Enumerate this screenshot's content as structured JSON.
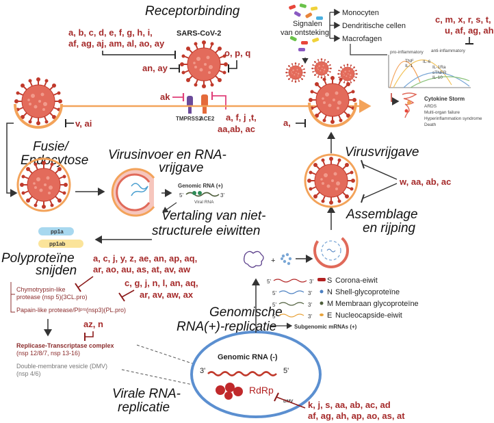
{
  "titles": {
    "receptor": "Receptorbinding",
    "fusion1": "Fusie/",
    "fusion2": "Endocytose",
    "entry1": "Virusinvoer en RNA-",
    "entry2": "vrijgave",
    "translation1": "Vertaling van niet-",
    "translation2": "structurele eiwitten",
    "poly1": "Polyproteïne",
    "poly2": "snijden",
    "genomic1": "Genomische",
    "genomic2": "RNA(+)-replicatie",
    "viral1": "Virale RNA-",
    "viral2": "replicatie",
    "release": "Virusvrijgave",
    "assembly1": "Assemblage",
    "assembly2": "en rijping"
  },
  "drug_codes": {
    "receptor1": "a, b, c, d, e, f, g, h, i,",
    "receptor2": "af, ag, aj, am, al, ao, ay",
    "opq": "o, p, q",
    "anay": "an, ay",
    "ak": "ak",
    "ace1": "a, f, j ,t,",
    "ace2": "aa,ab, ac",
    "vai": "v, ai",
    "a": "a,",
    "immune1": "c, m, x, r, s, t,",
    "immune2": "u, af, ag, ah",
    "release": "w, aa, ab, ac",
    "poly1": "a, c, j, y, z, ae, an, ap, aq,",
    "poly2": "ar, ao, au, as, at, av, aw",
    "plpro1": "c, g, j, n, l, an, aq,",
    "plpro2": "ar, av, aw, ax",
    "azn": "az, n",
    "rdrp1": "k, j, s, aa, ab, ac, ad",
    "rdrp2": "af, ag, ah, ap, ao, as, at"
  },
  "labels": {
    "sars": "SARS-CoV-2",
    "tmprss2": "TMPRSS2",
    "ace2": "ACE2",
    "signals1": "Signalen",
    "signals2": "van ontsteking",
    "monocyten": "Monocyten",
    "dendritic": "Dendritische cellen",
    "macrofagen": "Macrofagen",
    "proinf": "pro-inflammatory",
    "antiinf": "anti-inflammatory",
    "tnf": "TNF",
    "il1": "IL-1",
    "il6": "IL-6",
    "il1ra": "IL-1Ra",
    "stnfr": "sTNFR",
    "il10": "IL-10",
    "storm": "Cytokine Storm",
    "storm_items": [
      "ARDS",
      "Multi-organ failure",
      "Hyperinflammation syndrome",
      "Death"
    ],
    "genomic_rna_plus": "Genomic RNA (+)",
    "viral_rna": "Viral RNA",
    "five": "5'",
    "three": "3'",
    "pp1a": "pp1a",
    "pp1ab": "pp1ab",
    "chymo1": "Chymotrypsin-like",
    "chymo2": "protease (nsp 5)(3CL.pro)",
    "papain": "Papain-like protease/PIᵖʳᵒ(nsp3)(PL.pro)",
    "replicase1": "Replicase-Transcriptase complex",
    "replicase2": "(nsp 12/8/7, nsp 13-16)",
    "dmv1": "Double-membrane vesicle (DMV)",
    "dmv2": "(nsp 4/6)",
    "dmv": "DMV",
    "genomic_rna_minus": "Genomic RNA (-)",
    "rdrp": "RdRp",
    "subgenomic": "Subgenomic mRNAs (+)",
    "plus": "+"
  },
  "proteins": [
    {
      "letter": "S",
      "name": "Corona-eiwit",
      "color": "#b22222"
    },
    {
      "letter": "N",
      "name": "Shell-glycoproteïne",
      "color": "#4a7fc1"
    },
    {
      "letter": "M",
      "name": "Membraan glycoproteïne",
      "color": "#4d5d3a"
    },
    {
      "letter": "E",
      "name": "Nucleocapside-eiwit",
      "color": "#e8a33a"
    }
  ],
  "colors": {
    "virus": "#e06a5a",
    "virus_dark": "#c0392b",
    "membrane": "#f3a35a",
    "inhibitor": "#8b1a1a",
    "rna_circle": "#5b8fd0",
    "pp1a": "#a8d8ef",
    "pp1ab": "#fbe49a"
  }
}
